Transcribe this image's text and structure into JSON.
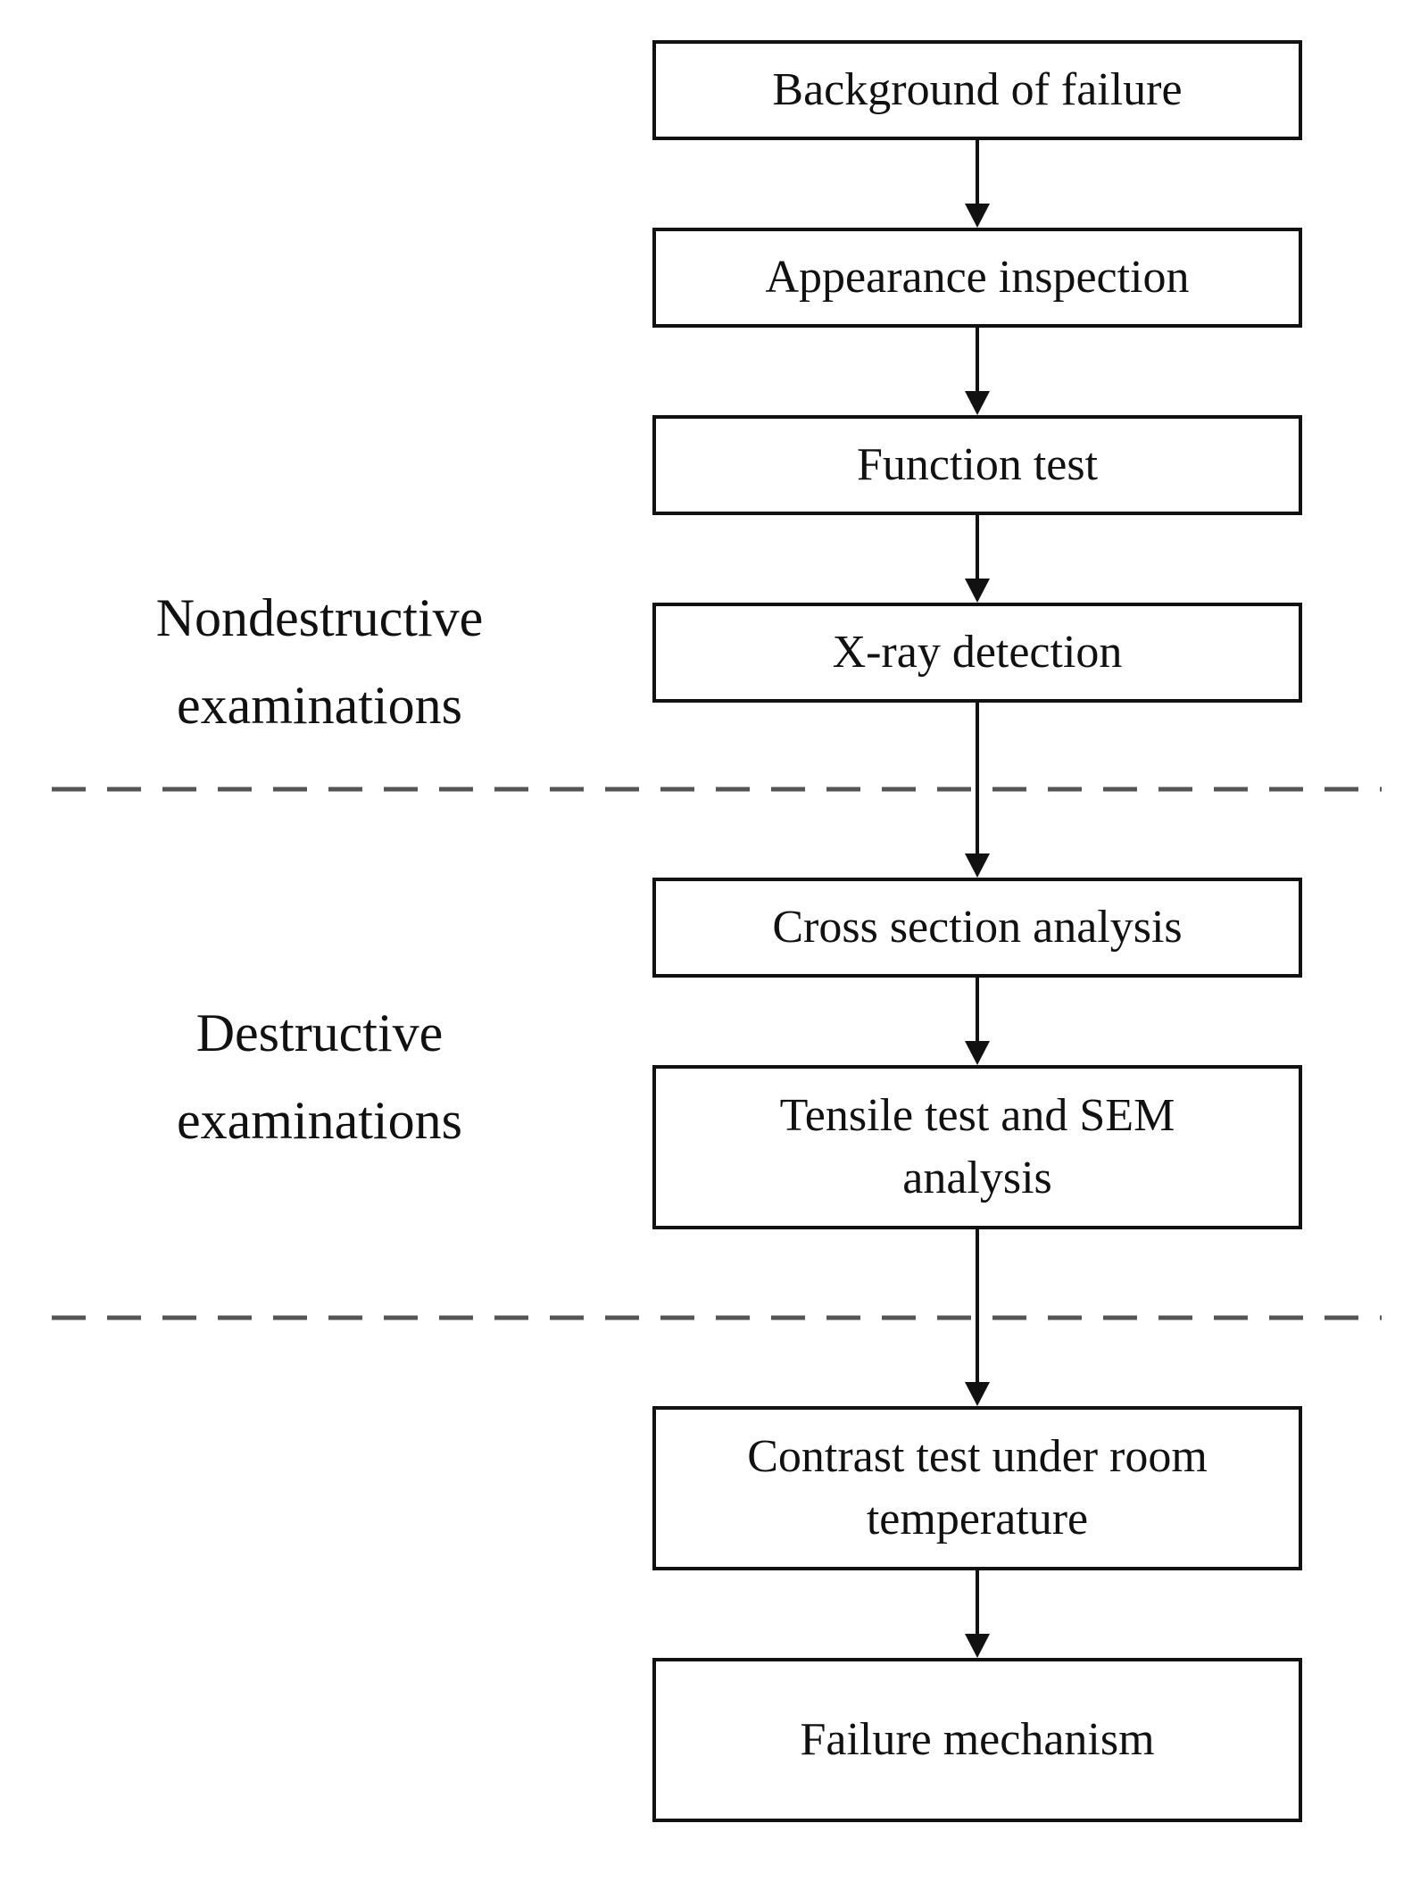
{
  "steps": [
    {
      "label": "Background of failure"
    },
    {
      "label": "Appearance inspection"
    },
    {
      "label": "Function test"
    },
    {
      "label": "X-ray detection"
    },
    {
      "label": "Cross section analysis"
    },
    {
      "label": "Tensile test and SEM analysis"
    },
    {
      "label": "Contrast test under room temperature"
    },
    {
      "label": "Failure mechanism"
    }
  ],
  "sections": {
    "nondestructive": "Nondestructive examinations",
    "destructive": "Destructive examinations"
  },
  "colors": {
    "stroke": "#111111",
    "divider": "#555555",
    "background": "#ffffff"
  }
}
